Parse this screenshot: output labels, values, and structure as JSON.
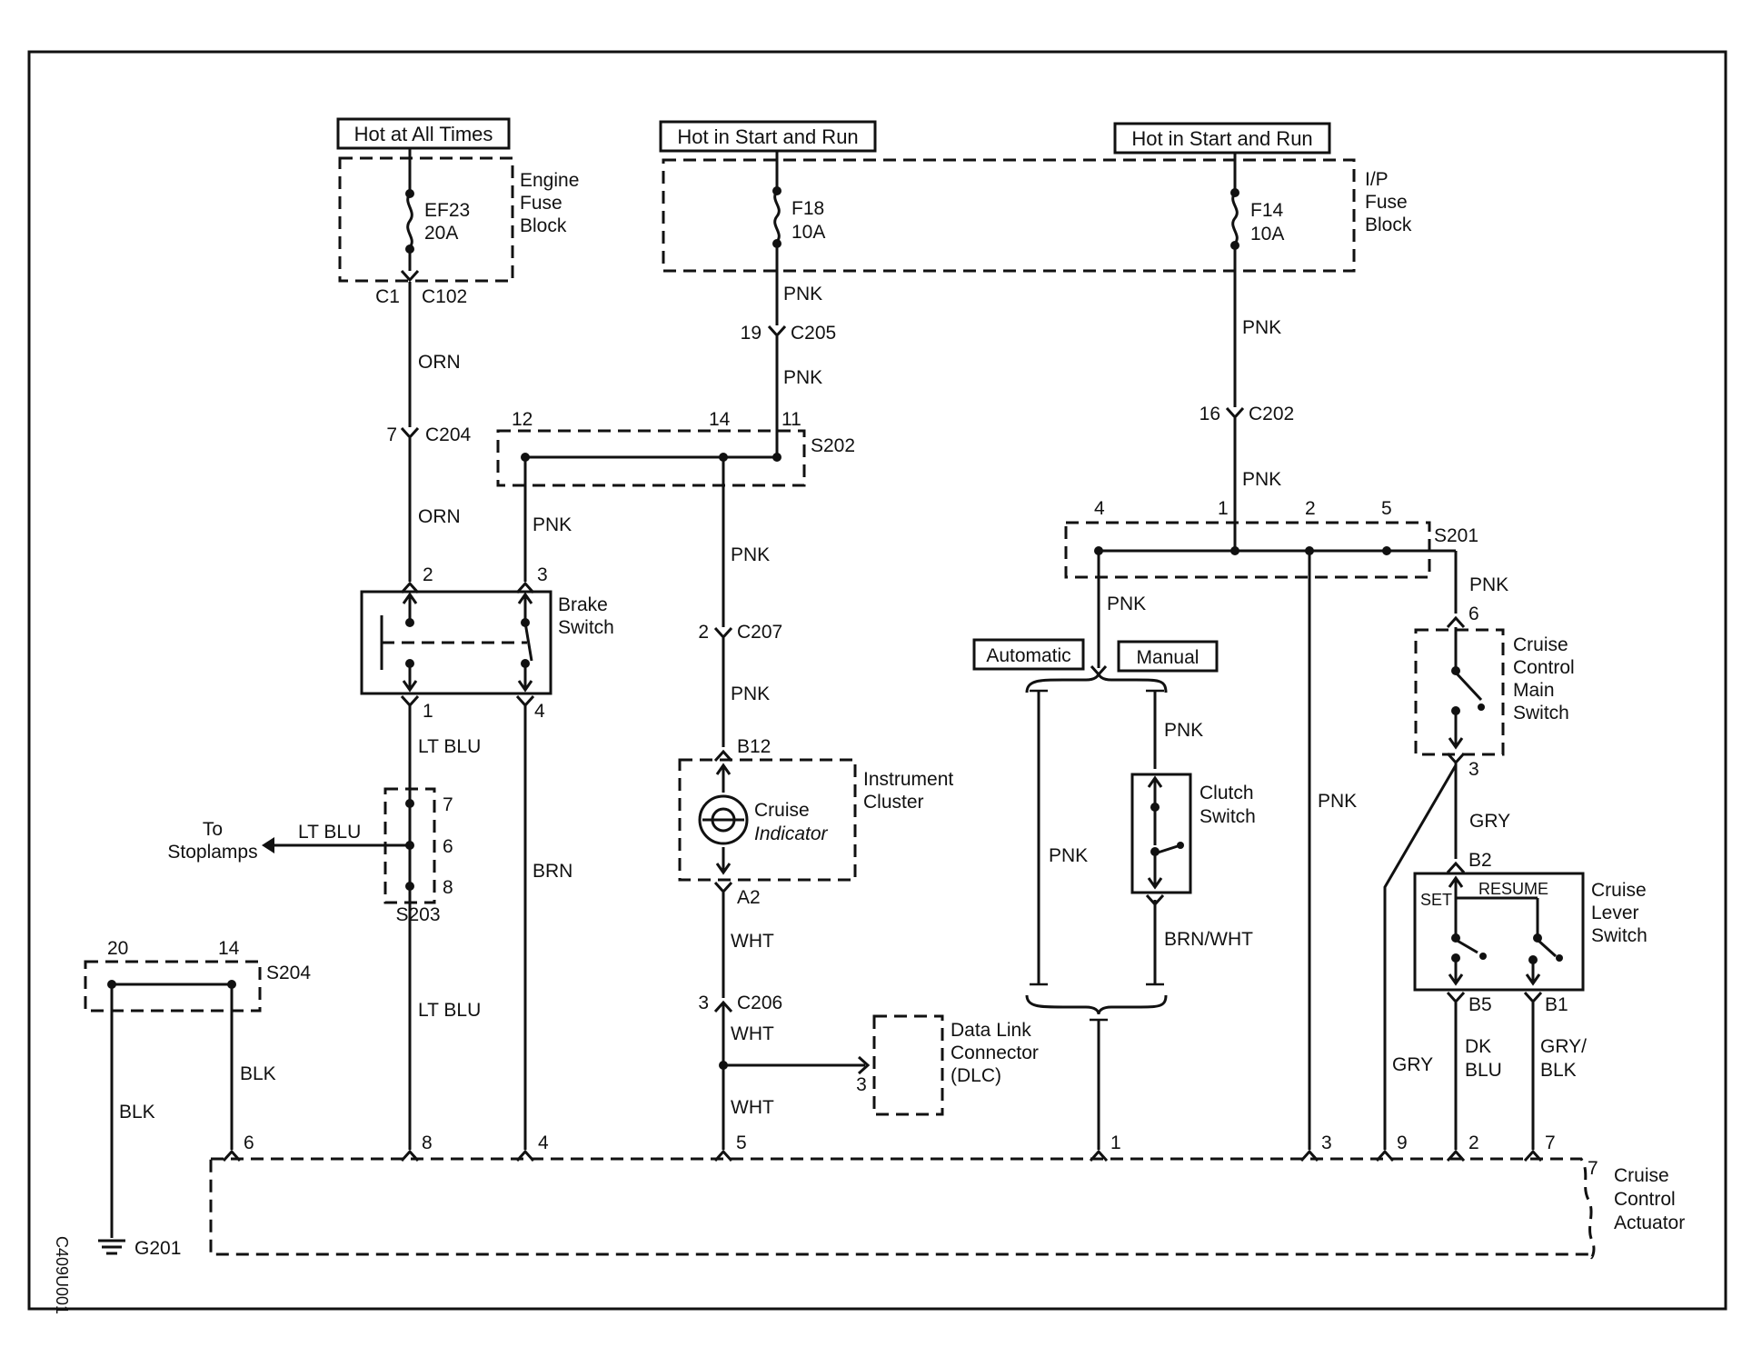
{
  "sources": {
    "always": "Hot at All Times",
    "run_left": "Hot in Start and Run",
    "run_right": "Hot in Start and Run"
  },
  "engine_fuse_block": {
    "label_lines": [
      "Engine",
      "Fuse",
      "Block"
    ],
    "fuse_name": "EF23",
    "fuse_rating": "20A",
    "conn_pin": "C1",
    "conn_name": "C102"
  },
  "ip_fuse_block": {
    "label_lines": [
      "I/P",
      "Fuse",
      "Block"
    ],
    "fuse1_name": "F18",
    "fuse1_rating": "10A",
    "fuse2_name": "F14",
    "fuse2_rating": "10A"
  },
  "wire_colors": {
    "pnk": "PNK",
    "orn": "ORN",
    "lt_blu": "LT BLU",
    "brn": "BRN",
    "wht": "WHT",
    "blk": "BLK",
    "gry": "GRY",
    "brn_wht": "BRN/WHT",
    "dk_blu_lines": [
      "DK",
      "BLU"
    ],
    "gry_blk_lines": [
      "GRY/",
      "BLK"
    ]
  },
  "connectors": {
    "c205": "C205",
    "c205_pin": "19",
    "c204": "C204",
    "c204_pin": "7",
    "c202": "C202",
    "c202_pin": "16",
    "c207": "C207",
    "c207_pin": "2",
    "c206": "C206",
    "c206_pin": "3"
  },
  "splices": {
    "s202": "S202",
    "s202_pins": [
      "12",
      "14",
      "11"
    ],
    "s201": "S201",
    "s201_pins": [
      "4",
      "1",
      "2",
      "5"
    ],
    "s203": "S203",
    "s203_pins": [
      "7",
      "6",
      "8"
    ],
    "s204": "S204",
    "s204_pins": [
      "20",
      "14"
    ]
  },
  "brake_switch": {
    "label_lines": [
      "Brake",
      "Switch"
    ],
    "pins": [
      "2",
      "3",
      "1",
      "4"
    ]
  },
  "instrument_cluster": {
    "label_lines": [
      "Instrument",
      "Cluster"
    ],
    "indicator_lines": [
      "Cruise",
      "Indicator"
    ],
    "pin_top": "B12",
    "pin_bottom": "A2"
  },
  "stoplamps": {
    "label_lines": [
      "To",
      "Stoplamps"
    ]
  },
  "transmission": {
    "automatic": "Automatic",
    "manual": "Manual"
  },
  "clutch_switch": {
    "label_lines": [
      "Clutch",
      "Switch"
    ]
  },
  "cruise_main_switch": {
    "label_lines": [
      "Cruise",
      "Control",
      "Main",
      "Switch"
    ],
    "pin_top": "6",
    "pin_bottom": "3"
  },
  "cruise_lever_switch": {
    "label_lines": [
      "Cruise",
      "Lever",
      "Switch"
    ],
    "set": "SET",
    "resume": "RESUME",
    "pin_top": "B2",
    "pin_b5": "B5",
    "pin_b1": "B1"
  },
  "dlc": {
    "label_lines": [
      "Data Link",
      "Connector",
      "(DLC)"
    ],
    "pin": "3"
  },
  "actuator": {
    "label_lines": [
      "Cruise",
      "Control",
      "Actuator"
    ],
    "pins": [
      "6",
      "8",
      "4",
      "5",
      "1",
      "3",
      "9",
      "2",
      "7"
    ],
    "edge_pin": "7"
  },
  "ground": {
    "name": "G201"
  },
  "figure_code": "C409U001"
}
